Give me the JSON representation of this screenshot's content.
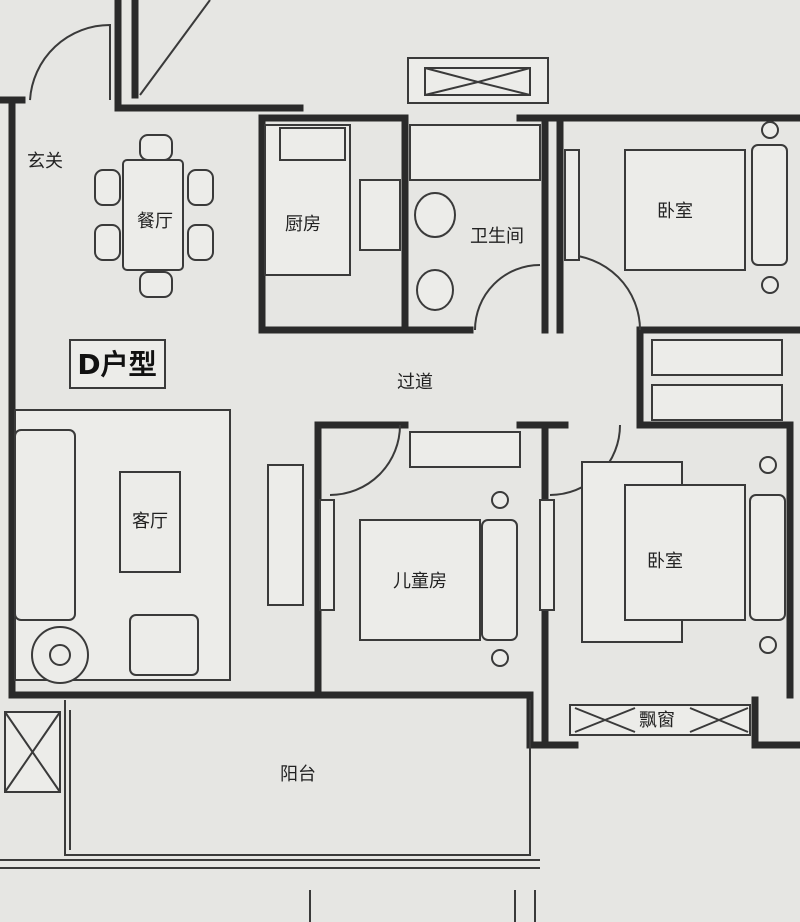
{
  "plan": {
    "type_label": "D户型",
    "rooms": {
      "entry": "玄关",
      "dining": "餐厅",
      "kitchen": "厨房",
      "bathroom": "卫生间",
      "bedroom_north": "卧室",
      "corridor": "过道",
      "living": "客厅",
      "children": "儿童房",
      "bedroom_south": "卧室",
      "bay_window": "飘窗",
      "balcony": "阳台"
    }
  }
}
